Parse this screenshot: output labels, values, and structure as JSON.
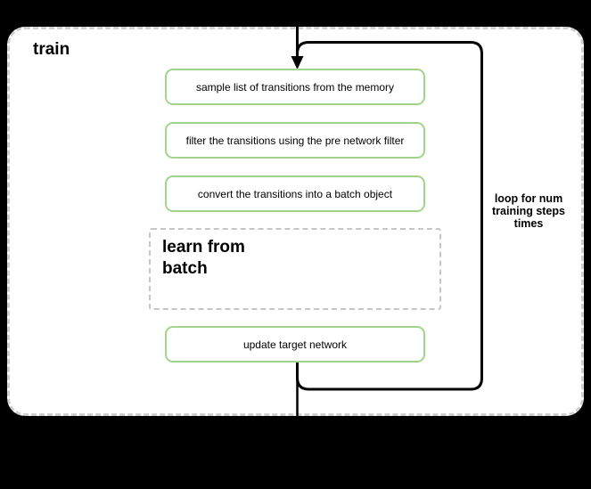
{
  "diagram": {
    "title": "train",
    "steps": [
      {
        "label": "sample list of transitions from the memory"
      },
      {
        "label": "filter the transitions using the pre network filter"
      },
      {
        "label": "convert the transitions into a batch object"
      }
    ],
    "subprocess": {
      "lines": [
        "learn from",
        "batch"
      ]
    },
    "final_step": {
      "label": "update target network"
    },
    "loop_annotation": {
      "lines": [
        "loop for num",
        "training steps",
        "times"
      ]
    },
    "colors": {
      "background": "#000000",
      "container_fill": "#ffffff",
      "container_border": "#d0d0d0",
      "step_border": "#a2d48c",
      "subprocess_border": "#c6c6c6",
      "loop_stroke": "#000000",
      "text": "#000000"
    }
  }
}
